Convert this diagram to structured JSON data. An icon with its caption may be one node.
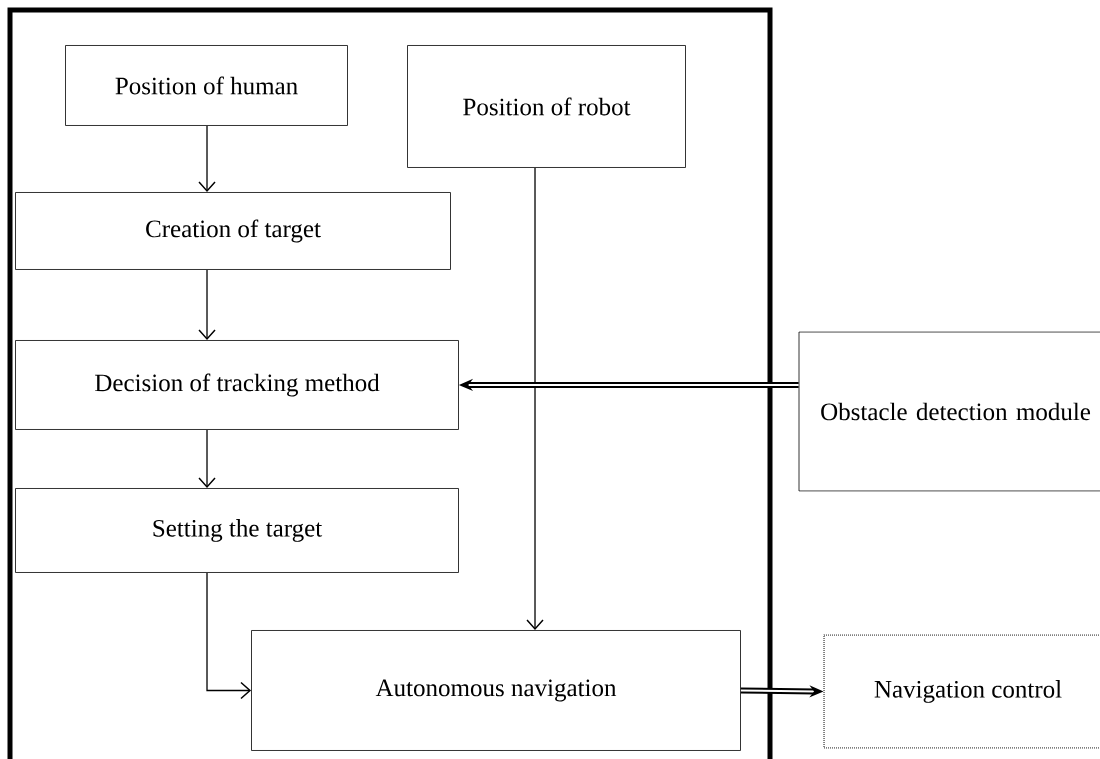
{
  "diagram": {
    "nodes": [
      {
        "text": [],
        "shape": "box"
      },
      {
        "text": [
          "Position of human"
        ],
        "in": 0
      },
      {
        "text": [
          "Position of robot"
        ],
        "in": 0
      },
      {
        "text": [
          "Creation of target"
        ],
        "in": 0
      },
      {
        "text": [
          "Decision of tracking method"
        ],
        "in": 0
      },
      {
        "text": [
          "Obstacle detection module"
        ]
      },
      {
        "text": [
          "Setting the target"
        ],
        "in": 0
      },
      {
        "text": [
          "Autonomous navigation"
        ],
        "in": 0
      },
      {
        "text": [
          "Navigation control"
        ]
      }
    ],
    "edges": [
      {
        "from": 1,
        "to": 3,
        "arrow": "to"
      },
      {
        "from": 3,
        "to": 4,
        "arrow": "to"
      },
      {
        "from": 4,
        "to": 6,
        "arrow": "to"
      },
      {
        "from": 6,
        "to": 7,
        "arrow": "to"
      },
      {
        "from": 2,
        "to": 7,
        "arrow": "to"
      },
      {
        "from": 5,
        "to": 4,
        "arrow": "to",
        "style": "thick"
      },
      {
        "from": 7,
        "to": 8,
        "arrow": "to",
        "style": "thick"
      }
    ]
  }
}
